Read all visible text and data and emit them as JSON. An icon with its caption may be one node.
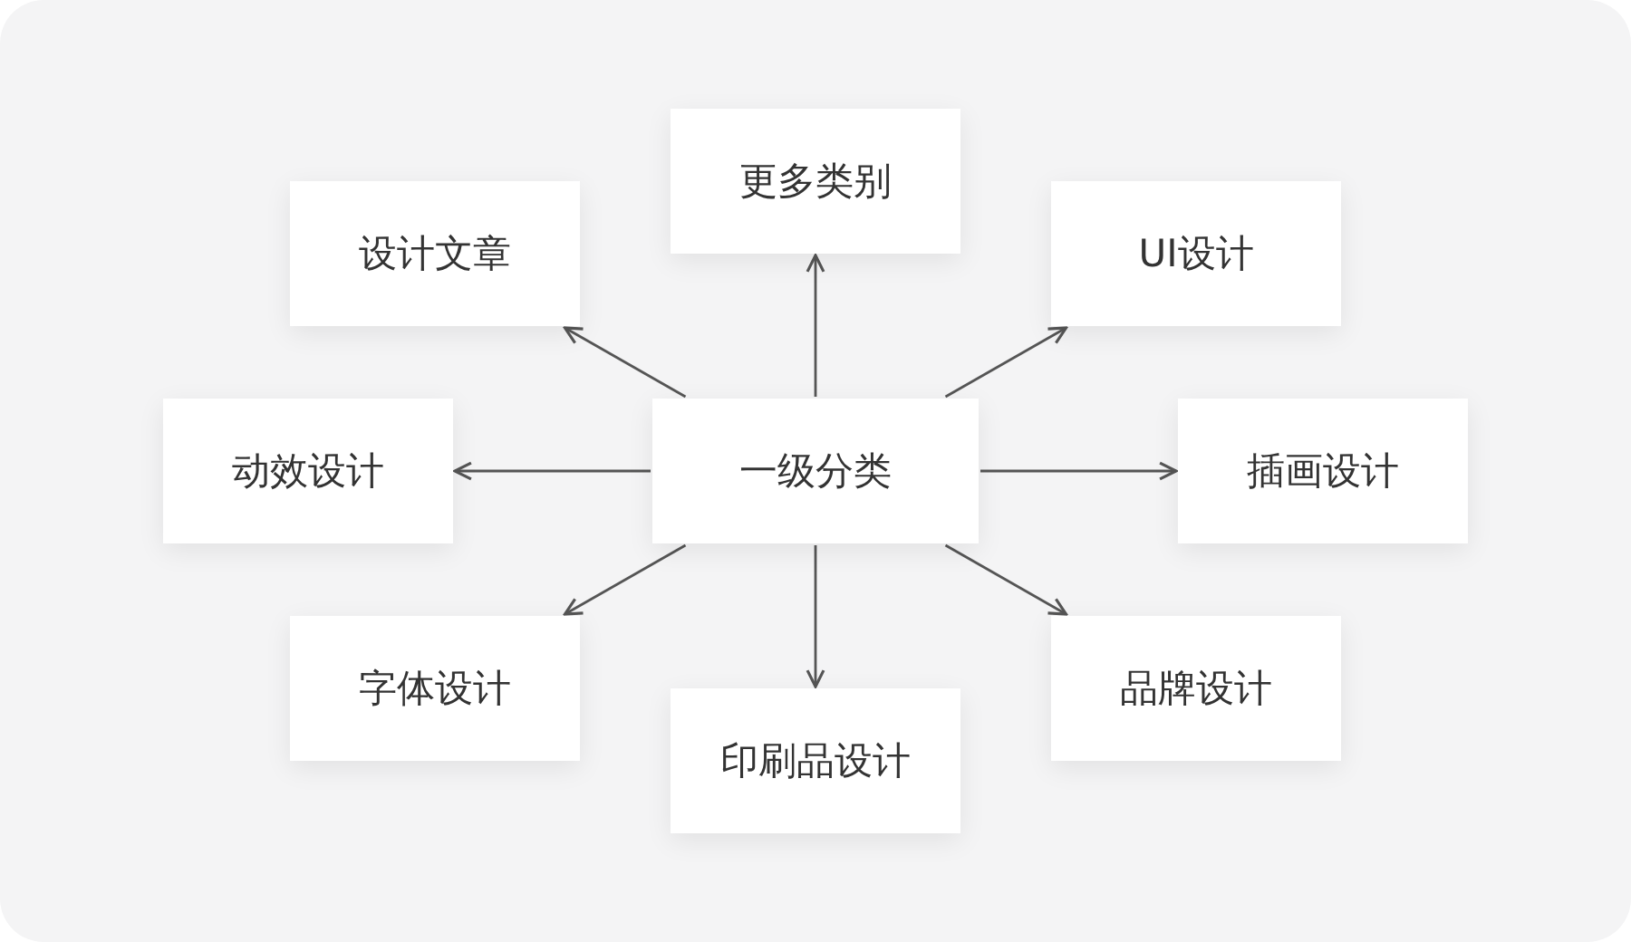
{
  "diagram": {
    "nodes": [
      {
        "text": [
          "一级分类"
        ]
      },
      {
        "text": [
          "更多类别"
        ]
      },
      {
        "text": [
          "设计文章"
        ]
      },
      {
        "text": [
          "UI设计"
        ]
      },
      {
        "text": [
          "动效设计"
        ]
      },
      {
        "text": [
          "插画设计"
        ]
      },
      {
        "text": [
          "字体设计"
        ]
      },
      {
        "text": [
          "印刷品设计"
        ]
      },
      {
        "text": [
          "品牌设计"
        ]
      }
    ],
    "edges": [
      {
        "from": 0,
        "to": 1,
        "arrow": "to"
      },
      {
        "from": 0,
        "to": 2,
        "arrow": "to"
      },
      {
        "from": 0,
        "to": 3,
        "arrow": "to"
      },
      {
        "from": 0,
        "to": 4,
        "arrow": "to"
      },
      {
        "from": 0,
        "to": 5,
        "arrow": "to"
      },
      {
        "from": 0,
        "to": 6,
        "arrow": "to"
      },
      {
        "from": 0,
        "to": 7,
        "arrow": "to"
      },
      {
        "from": 0,
        "to": 8,
        "arrow": "to"
      }
    ]
  }
}
